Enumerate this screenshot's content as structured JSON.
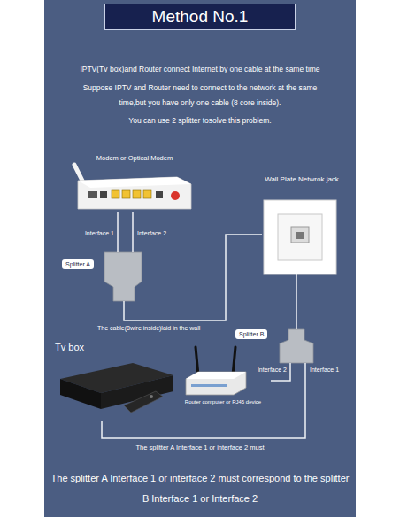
{
  "diagram": {
    "title": "Method No.1",
    "caption": "The splitter A Interface 1 or interface 2 must correspond to the splitter B Interface 1 or Interface 2",
    "nodes": [
      {
        "text": [
          "Modem or Optical Modem"
        ]
      },
      {
        "text": [
          "Wall Plate Netwrok jack"
        ]
      },
      {
        "text": [
          "Splitter A"
        ]
      },
      {
        "text": [
          "Splitter B"
        ]
      },
      {
        "text": [
          "Tv box"
        ]
      },
      {
        "text": [
          "Router computer or RJ45 device"
        ]
      }
    ],
    "edges": [
      {
        "from": 0,
        "to": 2,
        "label": "Interface 1",
        "arrow": "none"
      },
      {
        "from": 0,
        "to": 2,
        "label": "Interface 2",
        "arrow": "none"
      },
      {
        "from": 2,
        "to": 1,
        "label": "The cable(8wire inside)laid in the wall",
        "arrow": "none"
      },
      {
        "from": 1,
        "to": 3,
        "arrow": "none"
      },
      {
        "from": 3,
        "to": 5,
        "label": "Interface 2",
        "arrow": "none"
      },
      {
        "from": 3,
        "to": 4,
        "label": "Interface 1",
        "arrow": "none"
      }
    ],
    "labels": [
      "IPTV(Tv box)and Router connect Internet by one cable at the same time",
      "Suppose IPTV and Router need to connect to the network at the same time,but you have only one cable (8 core inside).",
      "You can use 2 splitter tosolve this problem.",
      "The splitter A Interface 1 or interface 2 must"
    ]
  }
}
